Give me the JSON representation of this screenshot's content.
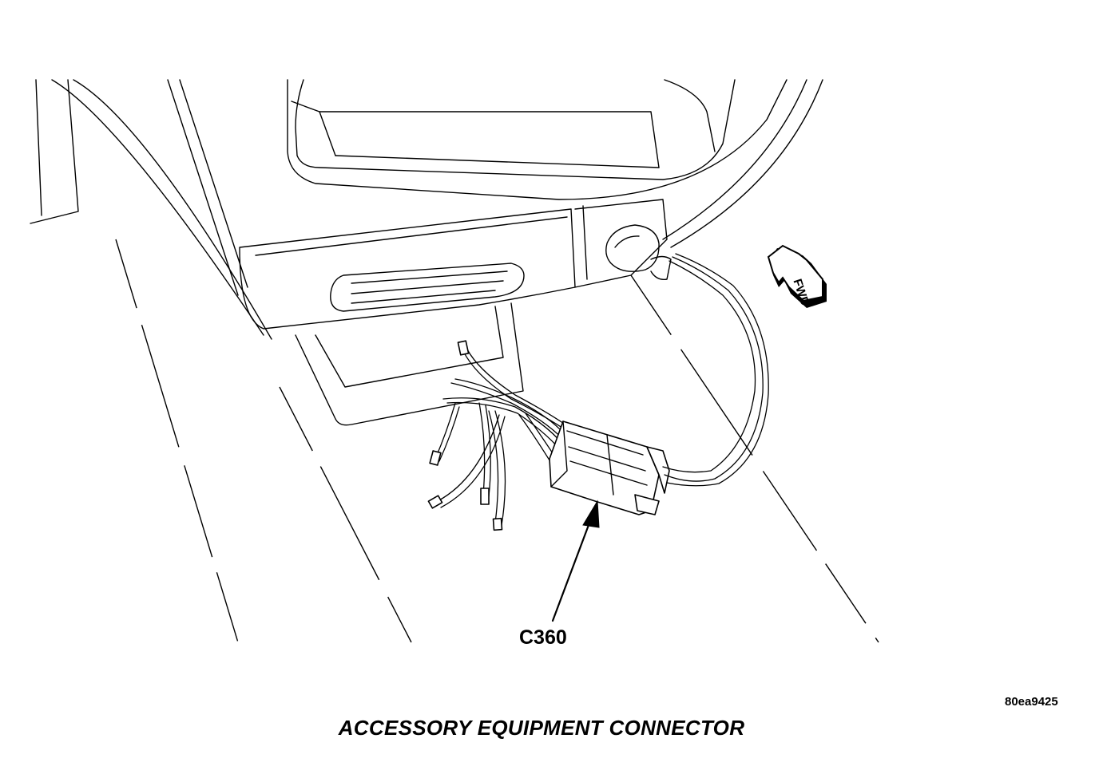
{
  "diagram": {
    "caption": "ACCESSORY EQUIPMENT CONNECTOR",
    "figure_id": "80ea9425",
    "callouts": [
      {
        "label": "C360",
        "target": "connector"
      }
    ],
    "direction_arrow": {
      "label": "FWD",
      "icon": "fwd-arrow-icon"
    }
  }
}
